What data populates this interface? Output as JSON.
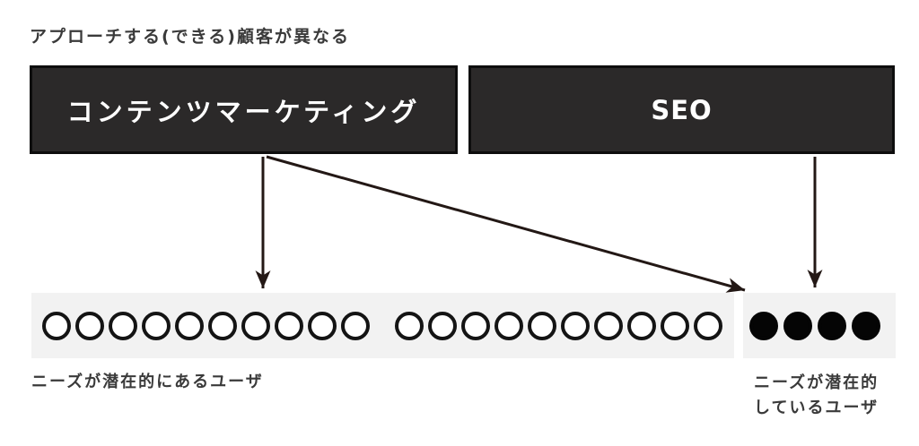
{
  "heading": "アプローチする(できる)顧客が異なる",
  "channels": {
    "content_marketing": {
      "label": "コンテンツマーケティング"
    },
    "seo": {
      "label": "SEO"
    }
  },
  "audience": {
    "latent": {
      "label": "ニーズが潜在的にあるユーザ",
      "circle_style": "open",
      "groups": [
        10,
        10
      ]
    },
    "manifest": {
      "label_lines": [
        "ニーズが潜在的",
        "しているユーザ"
      ],
      "circle_style": "filled",
      "groups": [
        4
      ]
    }
  },
  "arrows": [
    {
      "name": "content-marketing-to-latent-users"
    },
    {
      "name": "content-marketing-to-manifest-users"
    },
    {
      "name": "seo-to-manifest-users"
    }
  ],
  "colors": {
    "box_background": "#2b2929",
    "box_border": "#0d0d0d",
    "box_text": "#ffffff",
    "arrow": "#231815",
    "band_background": "#f2f2f2",
    "text": "#3a3a3a",
    "open_circle_outline": "#141414",
    "filled_circle": "#050505"
  }
}
